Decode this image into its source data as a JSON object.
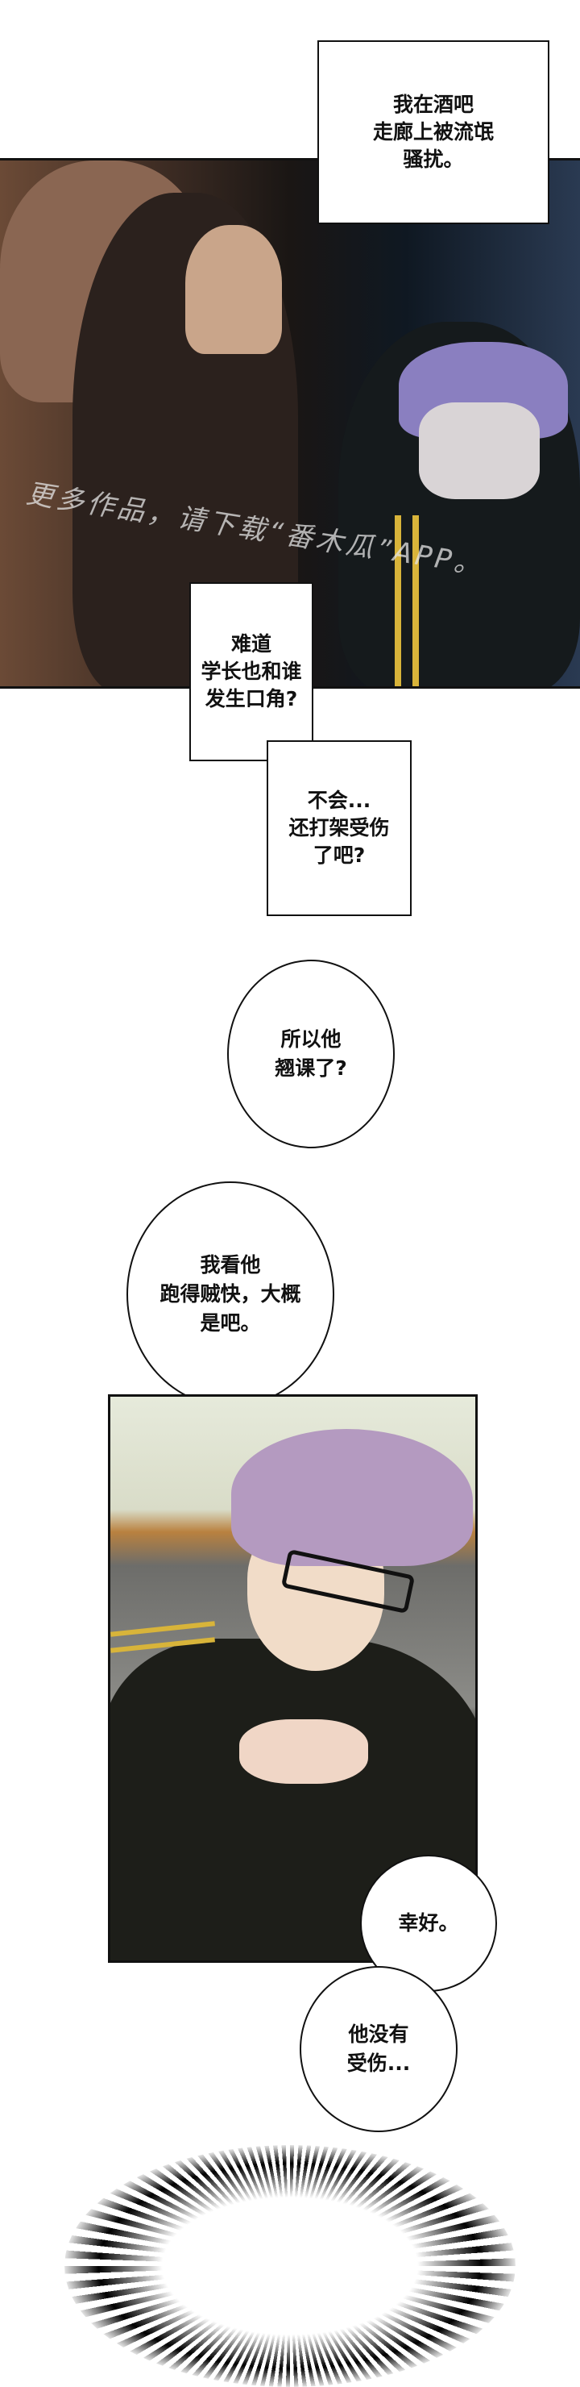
{
  "panels": [
    {
      "caption": "我在酒吧\n走廊上被流氓\n骚扰。",
      "watermark": "更多作品，请下载“番木瓜”APP。"
    },
    {
      "box1": "难道\n学长也和谁\n发生口角?",
      "box2": "不会...\n还打架受伤\n了吧?"
    }
  ],
  "bubbles": {
    "skip_class": "所以他\n翘课了?",
    "ran_fast": "我看他\n跑得贼快，大概\n是吧。",
    "relief": "幸好。",
    "not_hurt": "他没有\n受伤..."
  },
  "colors": {
    "hair": "#b49ac0",
    "jacket": "#1d1e19",
    "stripe": "#d8b43a"
  }
}
